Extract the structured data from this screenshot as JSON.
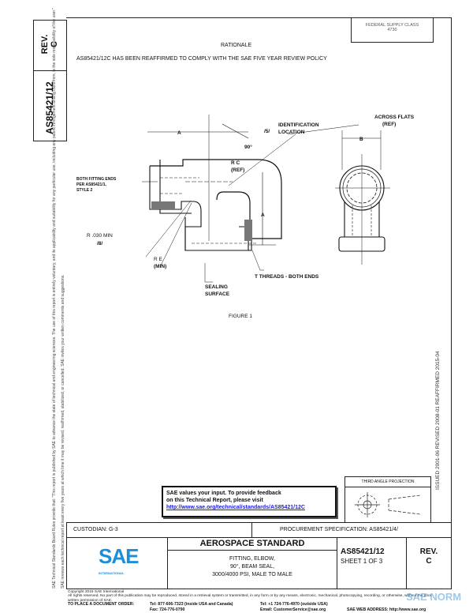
{
  "side_block": {
    "rev_label": "REV.",
    "rev_value": "C",
    "doc_number": "AS85421/12"
  },
  "left_margin_text": [
    "SAE Technical Standards Board Rules provide that: \"This report is published by SAE to advance the state of technical and engineering sciences. The use of this report is entirely voluntary, and its applicability and suitability for any particular use, including any patent infringement arising therefrom, is the sole responsibility of the user.\"",
    "SAE reviews each technical report at least every five years at which time it may be revised, reaffirmed, stabilized, or cancelled. SAE invites your written comments and suggestions."
  ],
  "right_margin_text": "ISSUED 2001-06    REVISED 2008-01    REAFFIRMED 2015-04",
  "fsc": {
    "label": "FEDERAL SUPPLY CLASS",
    "value": "4730"
  },
  "rationale": {
    "title": "RATIONALE",
    "text": "AS85421/12C HAS BEEN REAFFIRMED TO COMPLY WITH THE SAE FIVE YEAR REVIEW POLICY"
  },
  "drawing": {
    "labels": {
      "a_top": "A",
      "angle": "90°",
      "note5": "/5/",
      "id_loc_1": "IDENTIFICATION",
      "id_loc_2": "LOCATION",
      "rc_1": "R C",
      "rc_2": "(REF)",
      "ends_1": "BOTH FITTING ENDS",
      "ends_2": "PER AS85421/1,",
      "ends_3": "STYLE 2",
      "a_side": "A",
      "r030": "R .030 MIN",
      "note8": "/8/",
      "re_1": "R E",
      "re_2": "(MIN)",
      "seal_1": "SEALING",
      "seal_2": "SURFACE",
      "threads": "T THREADS - BOTH ENDS",
      "flats_1": "ACROSS FLATS",
      "flats_2": "(REF)",
      "b": "B"
    },
    "caption": "FIGURE 1"
  },
  "feedback": {
    "line1": "SAE values your input. To provide feedback",
    "line2": "on this Technical Report, please visit",
    "link": "http://www.sae.org/technical/standards/AS85421/12C"
  },
  "projection": {
    "label": "THIRD ANGLE PROJECTION"
  },
  "title_block": {
    "custodian": "CUSTODIAN: G-3",
    "procurement": "PROCUREMENT SPECIFICATION: AS85421/4/",
    "logo_text": "SAE",
    "logo_sub": "INTERNATIONAL",
    "standard": "AEROSPACE STANDARD",
    "title_lines": [
      "FITTING, ELBOW,",
      "90°, BEAM SEAL,",
      "3000/4000 PSI, MALE TO MALE"
    ],
    "doc_number": "AS85421/12",
    "sheet": "SHEET 1 OF 3",
    "rev_label": "REV.",
    "rev_value": "C"
  },
  "footer": {
    "copyright": "Copyright 2015 SAE International",
    "rights": "All rights reserved. No part of this publication may be reproduced, stored in a retrieval system or transmitted, in any form or by any means, electronic, mechanical, photocopying, recording, or otherwise, without the prior written permission of SAE.",
    "order_label": "TO PLACE A DOCUMENT ORDER:",
    "tel_na": "Tel: 877-606-7323 (inside USA and Canada)",
    "fax": "Fax: 724-776-0790",
    "tel_intl": "Tel: +1 724-776-4970 (outside USA)",
    "email": "Email: CustomerService@sae.org",
    "web": "SAE WEB ADDRESS: http://www.sae.org"
  },
  "watermark": "SAE NORM",
  "colors": {
    "sae_blue": "#1d8fd8",
    "link": "#1a1ae6"
  }
}
